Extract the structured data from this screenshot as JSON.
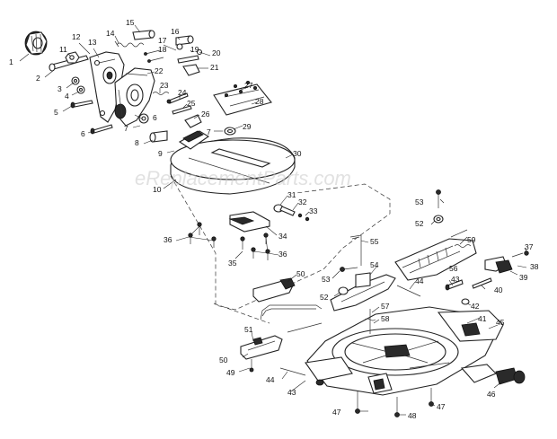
{
  "watermark": "eReplacementParts.com",
  "callouts": [
    {
      "id": "c1",
      "label": "1"
    },
    {
      "id": "c2",
      "label": "2"
    },
    {
      "id": "c3",
      "label": "3"
    },
    {
      "id": "c4",
      "label": "4"
    },
    {
      "id": "c5",
      "label": "5"
    },
    {
      "id": "c6a",
      "label": "6"
    },
    {
      "id": "c6b",
      "label": "6"
    },
    {
      "id": "c7a",
      "label": "7"
    },
    {
      "id": "c7b",
      "label": "7"
    },
    {
      "id": "c8",
      "label": "8"
    },
    {
      "id": "c9",
      "label": "9"
    },
    {
      "id": "c10",
      "label": "10"
    },
    {
      "id": "c11",
      "label": "11"
    },
    {
      "id": "c12",
      "label": "12"
    },
    {
      "id": "c13",
      "label": "13"
    },
    {
      "id": "c14",
      "label": "14"
    },
    {
      "id": "c15",
      "label": "15"
    },
    {
      "id": "c16",
      "label": "16"
    },
    {
      "id": "c17",
      "label": "17"
    },
    {
      "id": "c18",
      "label": "18"
    },
    {
      "id": "c19",
      "label": "19"
    },
    {
      "id": "c20",
      "label": "20"
    },
    {
      "id": "c21",
      "label": "21"
    },
    {
      "id": "c22",
      "label": "22"
    },
    {
      "id": "c23",
      "label": "23"
    },
    {
      "id": "c24",
      "label": "24"
    },
    {
      "id": "c25",
      "label": "25"
    },
    {
      "id": "c26",
      "label": "26"
    },
    {
      "id": "c27",
      "label": "27"
    },
    {
      "id": "c28",
      "label": "28"
    },
    {
      "id": "c29",
      "label": "29"
    },
    {
      "id": "c30",
      "label": "30"
    },
    {
      "id": "c31",
      "label": "31"
    },
    {
      "id": "c32",
      "label": "32"
    },
    {
      "id": "c33",
      "label": "33"
    },
    {
      "id": "c34",
      "label": "34"
    },
    {
      "id": "c35",
      "label": "35"
    },
    {
      "id": "c36a",
      "label": "36"
    },
    {
      "id": "c36b",
      "label": "36"
    },
    {
      "id": "c37",
      "label": "37"
    },
    {
      "id": "c38",
      "label": "38"
    },
    {
      "id": "c39",
      "label": "39"
    },
    {
      "id": "c40",
      "label": "40"
    },
    {
      "id": "c41",
      "label": "41"
    },
    {
      "id": "c42",
      "label": "42"
    },
    {
      "id": "c43a",
      "label": "43"
    },
    {
      "id": "c43b",
      "label": "43"
    },
    {
      "id": "c44a",
      "label": "44"
    },
    {
      "id": "c44b",
      "label": "44"
    },
    {
      "id": "c45",
      "label": "45"
    },
    {
      "id": "c46",
      "label": "46"
    },
    {
      "id": "c47a",
      "label": "47"
    },
    {
      "id": "c47b",
      "label": "47"
    },
    {
      "id": "c48",
      "label": "48"
    },
    {
      "id": "c49",
      "label": "49"
    },
    {
      "id": "c50a",
      "label": "50"
    },
    {
      "id": "c50b",
      "label": "50"
    },
    {
      "id": "c51",
      "label": "51"
    },
    {
      "id": "c52a",
      "label": "52"
    },
    {
      "id": "c52b",
      "label": "52"
    },
    {
      "id": "c53a",
      "label": "53"
    },
    {
      "id": "c53b",
      "label": "53"
    },
    {
      "id": "c54",
      "label": "54"
    },
    {
      "id": "c55",
      "label": "55"
    },
    {
      "id": "c56",
      "label": "56"
    },
    {
      "id": "c57",
      "label": "57"
    },
    {
      "id": "c58",
      "label": "58"
    },
    {
      "id": "c59",
      "label": "59"
    }
  ]
}
